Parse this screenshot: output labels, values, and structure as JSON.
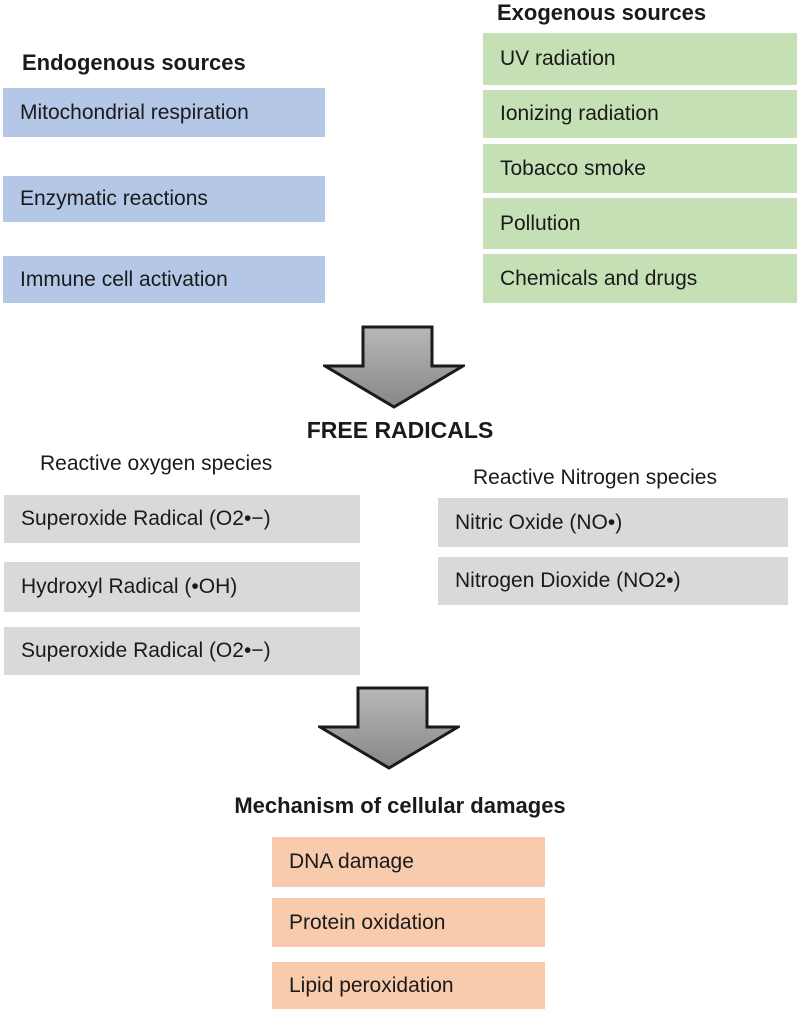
{
  "colors": {
    "endogenous_box": "#b4c7e7",
    "exogenous_box": "#c5e0b4",
    "radical_box": "#d9d9d9",
    "damage_box": "#f8cbad",
    "text": "#1a1a1a",
    "background": "#ffffff",
    "arrow_fill_top": "#b8b8b8",
    "arrow_fill_bottom": "#878787",
    "arrow_outline": "#1a1a1a"
  },
  "endogenous": {
    "title": "Endogenous sources",
    "items": [
      "Mitochondrial respiration",
      "Enzymatic reactions",
      "Immune cell activation"
    ]
  },
  "exogenous": {
    "title": "Exogenous sources",
    "items": [
      "UV radiation",
      "Ionizing radiation",
      "Tobacco smoke",
      "Pollution",
      "Chemicals and drugs"
    ]
  },
  "free_radicals": {
    "title": "FREE RADICALS",
    "ros": {
      "title": "Reactive oxygen species",
      "items": [
        "Superoxide Radical (O2•−)",
        "Hydroxyl Radical (•OH)",
        "Superoxide Radical (O2•−)"
      ]
    },
    "rns": {
      "title": "Reactive Nitrogen species",
      "items": [
        "Nitric Oxide (NO•)",
        "Nitrogen Dioxide (NO2•)"
      ]
    }
  },
  "damages": {
    "title": "Mechanism of cellular damages",
    "items": [
      "DNA damage",
      "Protein oxidation",
      "Lipid peroxidation"
    ]
  }
}
